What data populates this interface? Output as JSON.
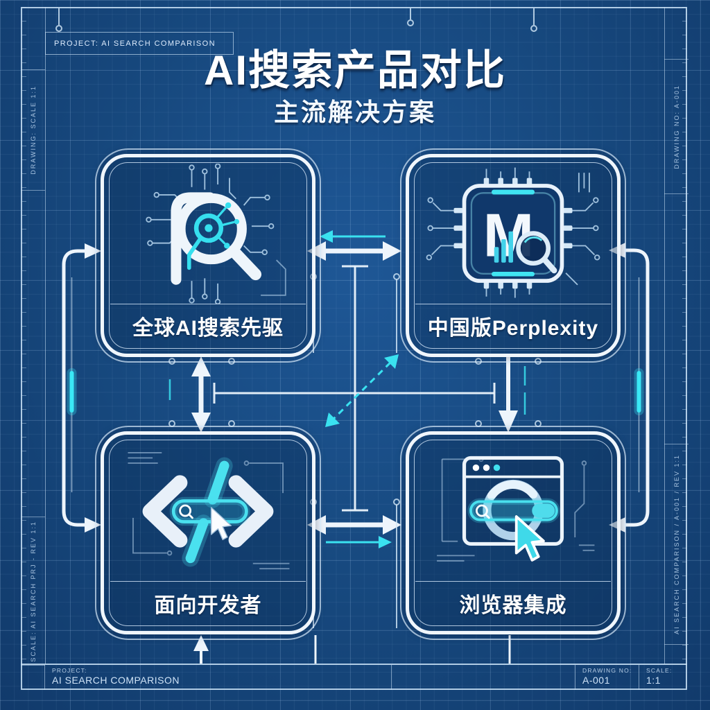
{
  "colors": {
    "background": "#17497f",
    "accent_cyan": "#3ae2f0",
    "line_white": "#eef5fc",
    "grid": "#9cc4e8"
  },
  "header": {
    "project_box": "PROJECT: AI SEARCH COMPARISON",
    "title": "AI搜索产品对比",
    "subtitle": "主流解决方案"
  },
  "margins": {
    "left_top": "DRAWING: SCALE 1:1",
    "left_bottom": "SCALE: AI SEARCH PRJ - REV 1:1",
    "right_top": "DRAWING NO: A-001",
    "right_bottom": "AI SEARCH COMPARISON / A-001 / REV 1:1"
  },
  "cards": [
    {
      "id": "global-pioneer",
      "label": "全球AI搜索先驱",
      "icon": "perplexity-search-logo-icon"
    },
    {
      "id": "china-perplexity",
      "label": "中国版Perplexity",
      "icon": "chip-m-search-icon"
    },
    {
      "id": "developer",
      "label": "面向开发者",
      "icon": "code-search-cursor-icon"
    },
    {
      "id": "browser",
      "label": "浏览器集成",
      "icon": "browser-search-cursor-icon"
    }
  ],
  "titleblock": {
    "project_label": "PROJECT:",
    "project_value": "AI SEARCH COMPARISON",
    "drawing_label": "DRAWING NO:",
    "drawing_value": "A-001",
    "scale_label": "SCALE:",
    "scale_value": "1:1"
  }
}
